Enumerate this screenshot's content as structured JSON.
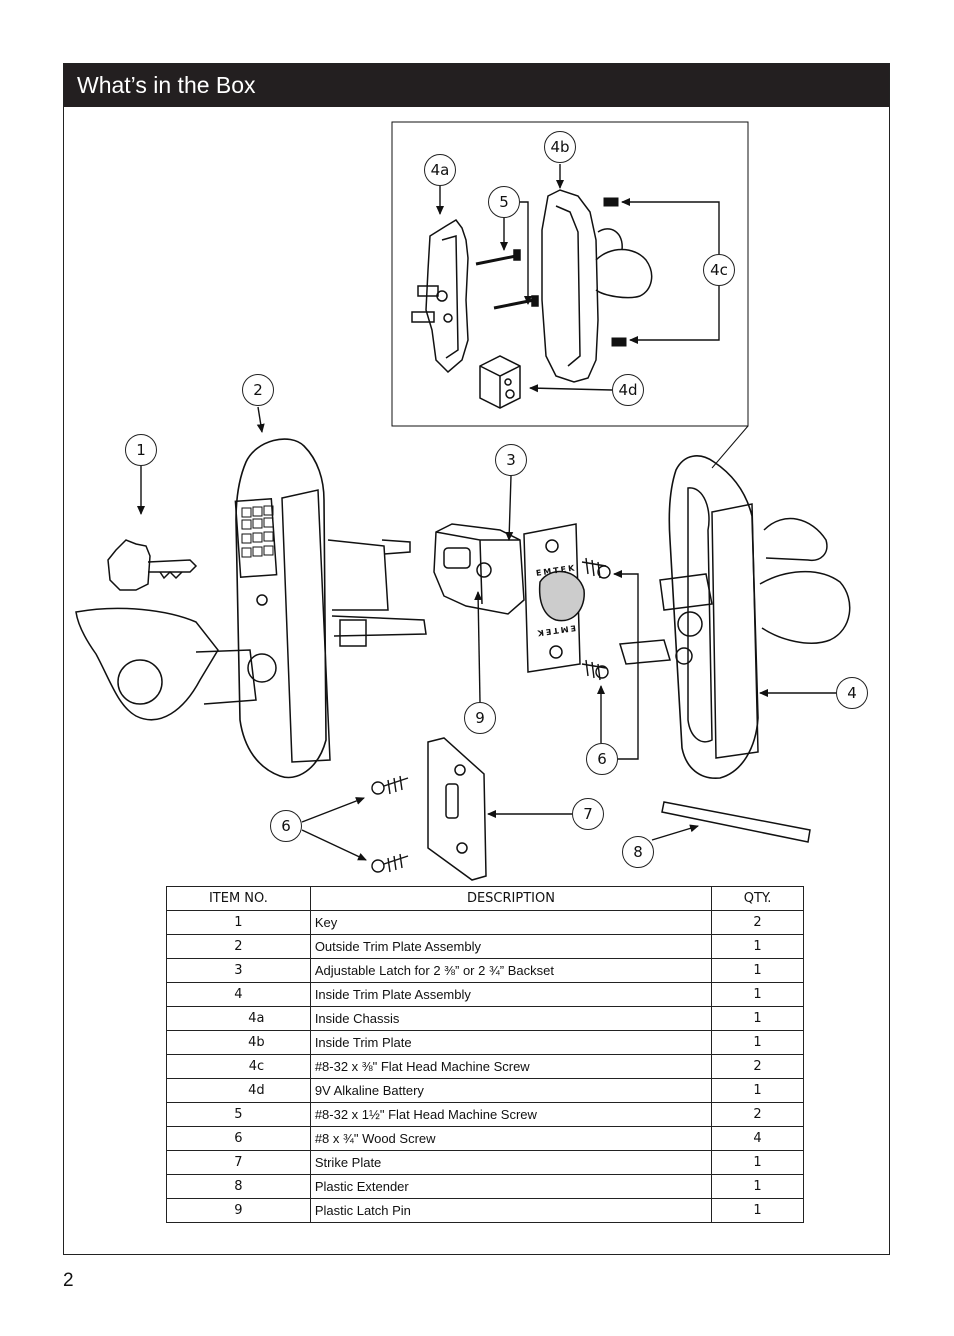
{
  "header": {
    "title": "What’s in the Box"
  },
  "callouts": {
    "c1": "1",
    "c2": "2",
    "c3": "3",
    "c4": "4",
    "c4a": "4a",
    "c4b": "4b",
    "c4c": "4c",
    "c4d": "4d",
    "c5": "5",
    "c6a": "6",
    "c6b": "6",
    "c7": "7",
    "c8": "8",
    "c9": "9"
  },
  "diagram_text": {
    "brand": "EMTEK"
  },
  "table": {
    "headers": [
      "ITEM NO.",
      "DESCRIPTION",
      "QTY."
    ],
    "rows": [
      {
        "item": "1",
        "desc": "Key",
        "qty": "2"
      },
      {
        "item": "2",
        "desc": "Outside Trim Plate Assembly",
        "qty": "1"
      },
      {
        "item": "3",
        "desc": "Adjustable Latch for 2 ⅜” or 2 ¾” Backset",
        "qty": "1"
      },
      {
        "item": "4",
        "desc": "Inside Trim Plate Assembly",
        "qty": "1"
      },
      {
        "item": "4a",
        "desc": "Inside Chassis",
        "qty": "1"
      },
      {
        "item": "4b",
        "desc": "Inside Trim Plate",
        "qty": "1"
      },
      {
        "item": "4c",
        "desc": "#8-32 x ⅜\" Flat Head Machine Screw",
        "qty": "2"
      },
      {
        "item": "4d",
        "desc": " 9V Alkaline Battery",
        "qty": "1"
      },
      {
        "item": "5",
        "desc": "#8-32 x 1½\" Flat Head Machine Screw",
        "qty": "2"
      },
      {
        "item": "6",
        "desc": "#8 x ¾\" Wood Screw",
        "qty": "4"
      },
      {
        "item": "7",
        "desc": "Strike Plate",
        "qty": "1"
      },
      {
        "item": "8",
        "desc": "Plastic Extender",
        "qty": "1"
      },
      {
        "item": "9",
        "desc": "Plastic Latch Pin",
        "qty": "1"
      }
    ]
  },
  "page_number": "2"
}
